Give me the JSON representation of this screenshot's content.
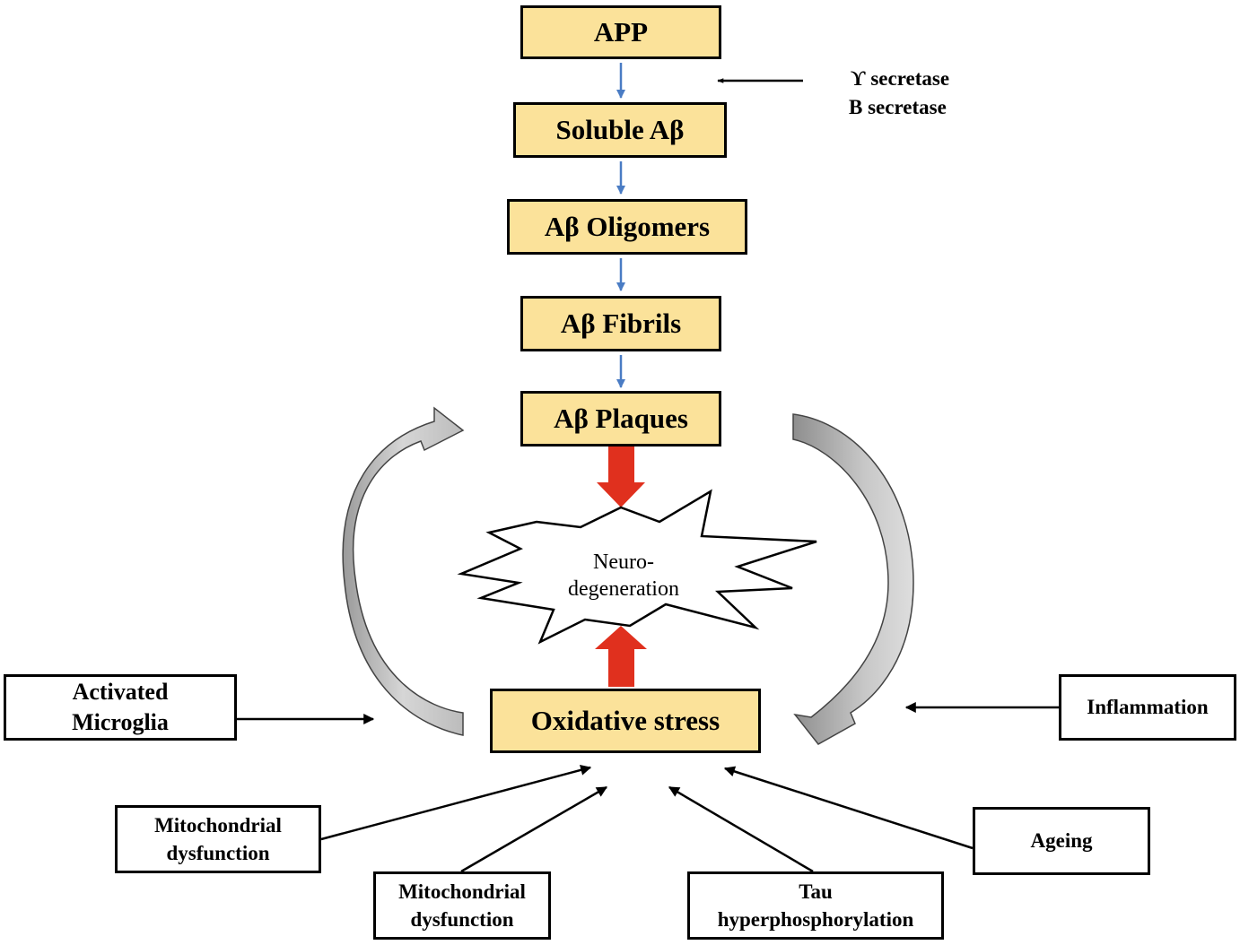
{
  "pathway": {
    "app": "APP",
    "soluble": "Soluble Aβ",
    "oligomers": "Aβ Oligomers",
    "fibrils": "Aβ Fibrils",
    "plaques": "Aβ Plaques"
  },
  "secretases": {
    "gamma": "ϒ secretase",
    "beta": "B secretase"
  },
  "neuro": {
    "line1": "Neuro-",
    "line2": "degeneration"
  },
  "oxidative": "Oxidative stress",
  "factors": {
    "microglia": {
      "line1": "Activated",
      "line2": "Microglia"
    },
    "inflammation": "Inflammation",
    "mito_left": {
      "line1": "Mitochondrial",
      "line2": "dysfunction"
    },
    "mito_mid": {
      "line1": "Mitochondrial",
      "line2": "dysfunction"
    },
    "tau": {
      "line1": "Tau",
      "line2": "hyperphosphorylation"
    },
    "ageing": "Ageing"
  },
  "colors": {
    "box_fill": "#fbe29a",
    "small_arrow": "#4a7cc4",
    "red_arrow": "#e0301e",
    "curved_arrow_fill": "#bdbdbd"
  }
}
